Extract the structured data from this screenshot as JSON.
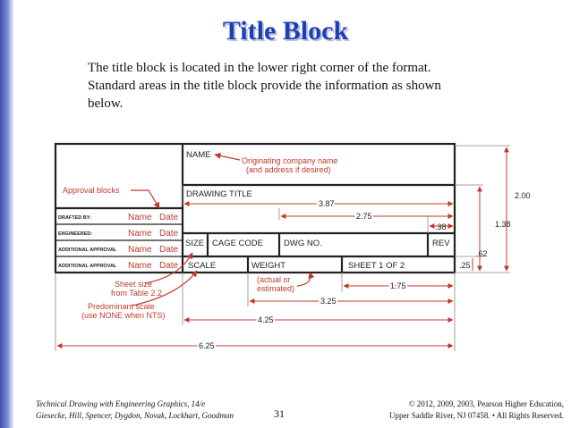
{
  "slide": {
    "title": "Title Block",
    "intro_lines": [
      "The title block is located in the lower right corner of the format.",
      "Standard areas in the title block provide the information as shown",
      "below."
    ]
  },
  "diagram": {
    "cells": {
      "name": "NAME",
      "drawing_title": "DRAWING TITLE",
      "size": "SIZE",
      "cage_code": "CAGE CODE",
      "dwg_no": "DWG NO.",
      "rev": "REV",
      "scale": "SCALE",
      "weight": "WEIGHT",
      "sheet": "SHEET 1 OF 2",
      "rows": [
        {
          "label": "DRAFTED BY:",
          "name": "Name",
          "date": "Date"
        },
        {
          "label": "ENGINEERED:",
          "name": "Name",
          "date": "Date"
        },
        {
          "label": "ADDITIONAL APPROVAL",
          "name": "Name",
          "date": "Date"
        },
        {
          "label": "ADDITIONAL APPROVAL",
          "name": "Name",
          "date": "Date"
        }
      ]
    },
    "annotations": {
      "originating_1": "Originating company name",
      "originating_2": "(and address if desired)",
      "approval_blocks": "Approval blocks",
      "sheet_size_1": "Sheet size",
      "sheet_size_2": "from Table 2.2",
      "scale_1": "Predominant scale",
      "scale_2": "(use NONE when NTS)",
      "weight_1": "(actual or",
      "weight_2": "estimated)"
    },
    "dimensions": {
      "d387": "3.87",
      "d275": "2.75",
      "d038": ".38",
      "d200": "2.00",
      "d138": "1.38",
      "d062": ".62",
      "d025": ".25",
      "d175": "1.75",
      "d325": "3.25",
      "d425": "4.25",
      "d625": "6.25"
    },
    "colors": {
      "line": "#222222",
      "accent": "#c0392b"
    }
  },
  "footer": {
    "book_line1": "Technical Drawing with Engineering Graphics, 14/e",
    "book_line2": "Giesecke, Hill, Spencer, Dygdon, Novak, Lockhart, Goodman",
    "page": "31",
    "copyright_line1": "© 2012, 2009, 2003, Pearson Higher Education,",
    "copyright_line2": "Upper Saddle River, NJ 07458. • All Rights Reserved."
  }
}
